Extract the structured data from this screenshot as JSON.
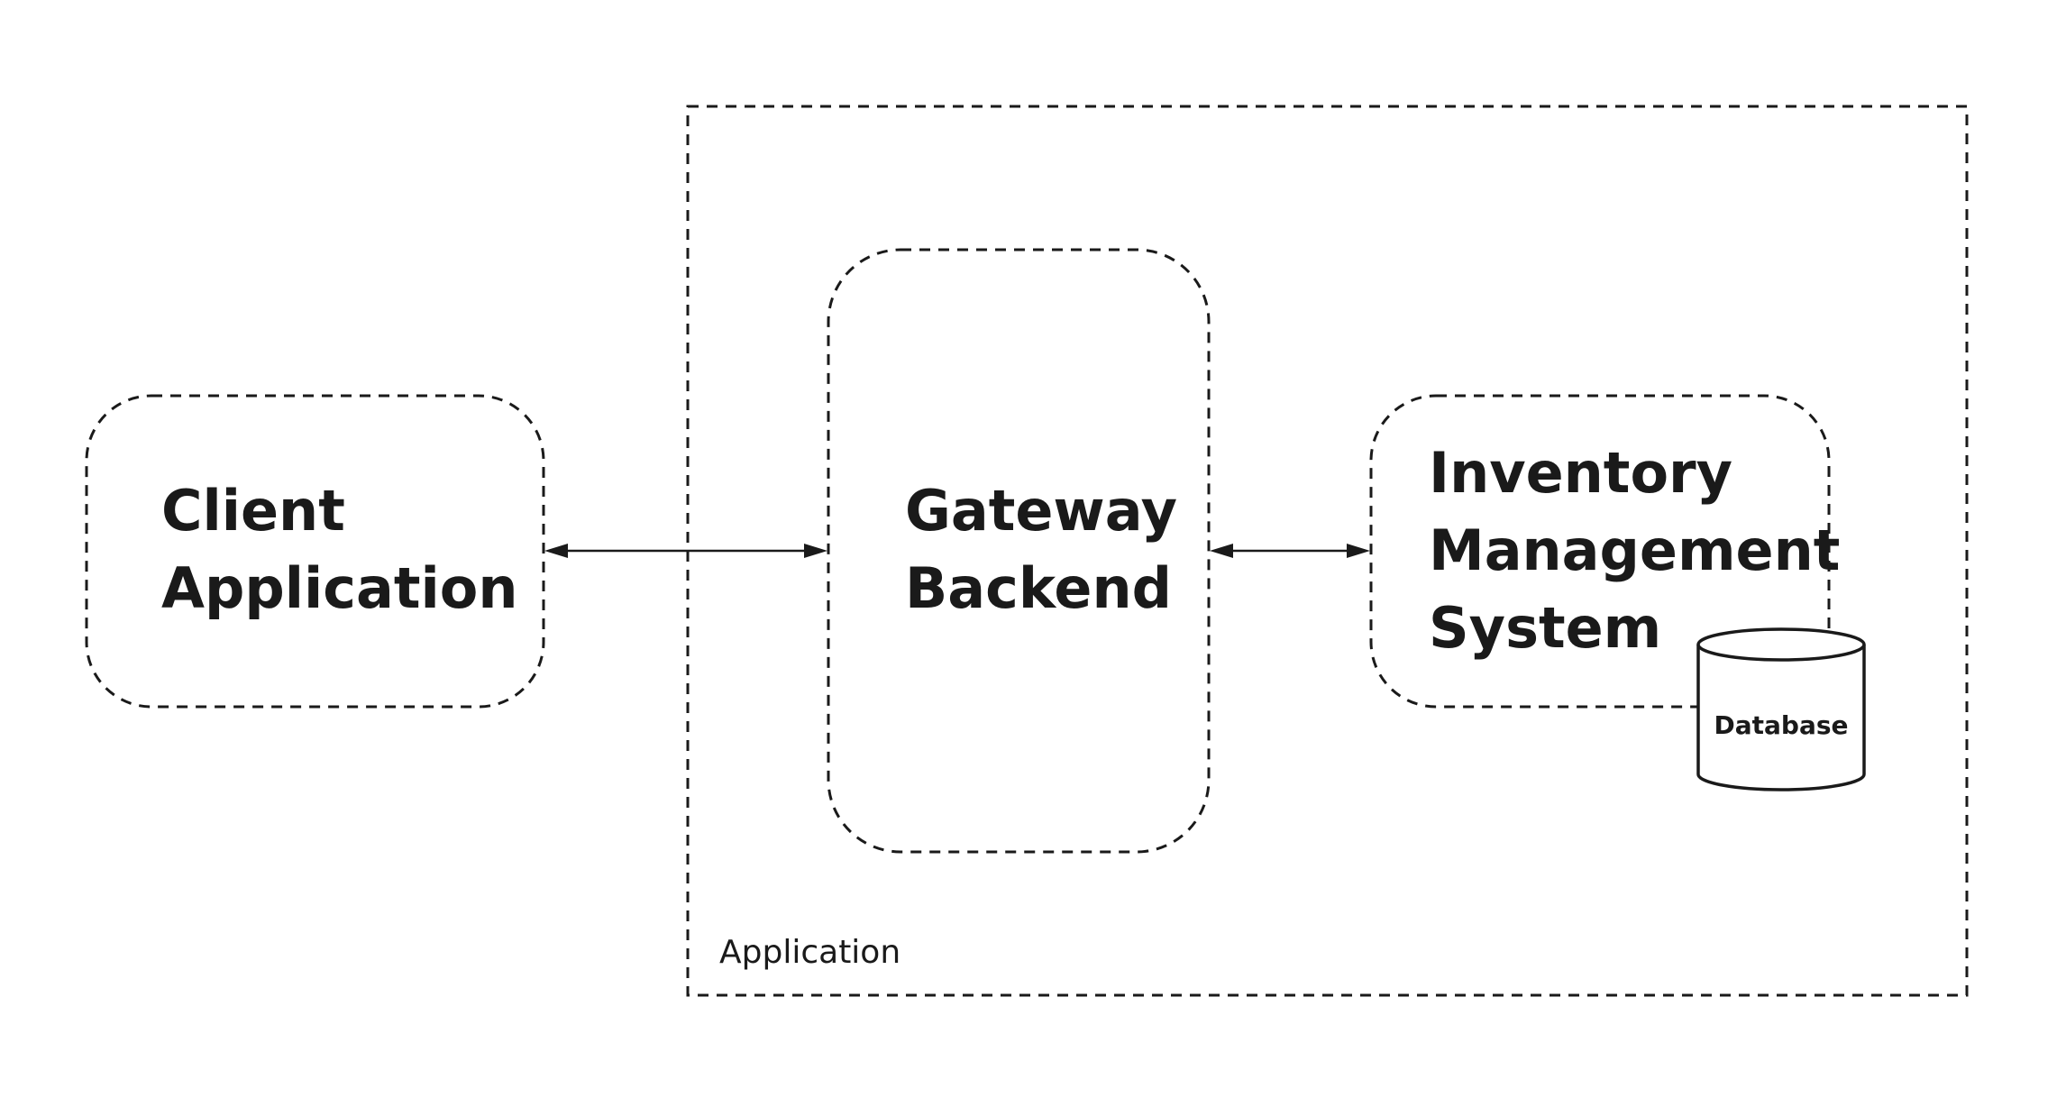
{
  "diagram": {
    "group": {
      "label": "Application"
    },
    "nodes": {
      "client": {
        "line1": "Client",
        "line2": "Application"
      },
      "gateway": {
        "line1": "Gateway",
        "line2": "Backend"
      },
      "inventory": {
        "line1": "Inventory",
        "line2": "Management",
        "line3": "System"
      }
    },
    "database": {
      "label": "Database"
    },
    "connections": [
      {
        "from": "client",
        "to": "gateway",
        "direction": "bidirectional"
      },
      {
        "from": "gateway",
        "to": "inventory",
        "direction": "bidirectional"
      }
    ]
  }
}
